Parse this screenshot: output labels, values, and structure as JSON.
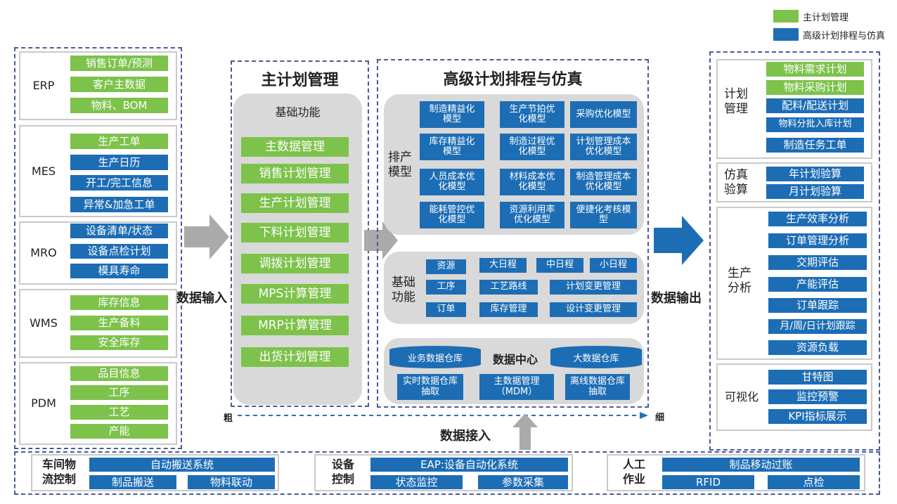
{
  "legend": {
    "green": "主计划管理",
    "blue": "高级计划排程与仿真"
  },
  "colors": {
    "green": "#7dc24b",
    "blue": "#1d6db5",
    "grey": "#d9d9d9",
    "arrow_grey": "#aaaaaa"
  },
  "left": {
    "erp": {
      "label": "ERP",
      "items": [
        "销售订单/预测",
        "客户主数据",
        "物料、BOM"
      ]
    },
    "mes": {
      "label": "MES",
      "items": [
        "生产工单",
        "生产日历",
        "开工/完工信息",
        "异常&加急工单"
      ]
    },
    "mro": {
      "label": "MRO",
      "items": [
        "设备清单/状态",
        "设备点检计划",
        "模具寿命"
      ]
    },
    "wms": {
      "label": "WMS",
      "items": [
        "库存信息",
        "生产备料",
        "安全库存"
      ]
    },
    "pdm": {
      "label": "PDM",
      "items": [
        "品目信息",
        "工序",
        "工艺",
        "产能"
      ]
    }
  },
  "input_label": "数据输入",
  "mp": {
    "title": "主计划管理",
    "sub": "基础功能",
    "items": [
      "主数据管理",
      "销售计划管理",
      "生产计划管理",
      "下料计划管理",
      "调拨计划管理",
      "MPS计算管理",
      "MRP计算管理",
      "出货计划管理"
    ]
  },
  "aps": {
    "title": "高级计划排程与仿真",
    "models_label": "排产模型",
    "models": [
      "制造精益化模型",
      "生产节拍优化模型",
      "采购优化模型",
      "库存精益化模型",
      "制造过程优化模型",
      "计划管理成本优化模型",
      "人员成本优化模型",
      "材料成本优化模型",
      "制造管理成本优化模型",
      "能耗管控优化模型",
      "资源利用率优化模型",
      "便捷化考核模型"
    ],
    "basic_label": "基础功能",
    "basic": [
      "资源",
      "大日程",
      "中日程",
      "小日程",
      "工序",
      "工艺路线",
      "计划变更管理",
      "订单",
      "库存管理",
      "设计变更管理"
    ],
    "dc_label": "数据中心",
    "dc": [
      "业务数据仓库",
      "大数据仓库",
      "实时数据仓库抽取",
      "主数据管理（MDM）",
      "离线数据仓库抽取"
    ]
  },
  "coarse": "粗",
  "fine": "细",
  "access_label": "数据接入",
  "output_label": "数据输出",
  "right": {
    "plan": {
      "label": "计划管理",
      "items": [
        "物料需求计划",
        "物料采购计划",
        "配料/配送计划",
        "物料分批入库计划",
        "制造任务工单"
      ]
    },
    "sim": {
      "label": "仿真验算",
      "items": [
        "年计划验算",
        "月计划验算"
      ]
    },
    "ana": {
      "label": "生产分析",
      "items": [
        "生产效率分析",
        "订单管理分析",
        "交期评估",
        "产能评估",
        "订单跟踪",
        "月/周/日计划跟踪",
        "资源负载"
      ]
    },
    "vis": {
      "label": "可视化",
      "items": [
        "甘特图",
        "监控预警",
        "KPI指标展示"
      ]
    }
  },
  "bottom": {
    "logistics": {
      "label": "车间物流控制",
      "items": [
        "自动搬送系统",
        "制品搬送",
        "物料联动"
      ]
    },
    "device": {
      "label": "设备控制",
      "items": [
        "EAP:设备自动化系统",
        "状态监控",
        "参数采集"
      ]
    },
    "manual": {
      "label": "人工作业",
      "items": [
        "制品移动过账",
        "RFID",
        "点检"
      ]
    }
  }
}
